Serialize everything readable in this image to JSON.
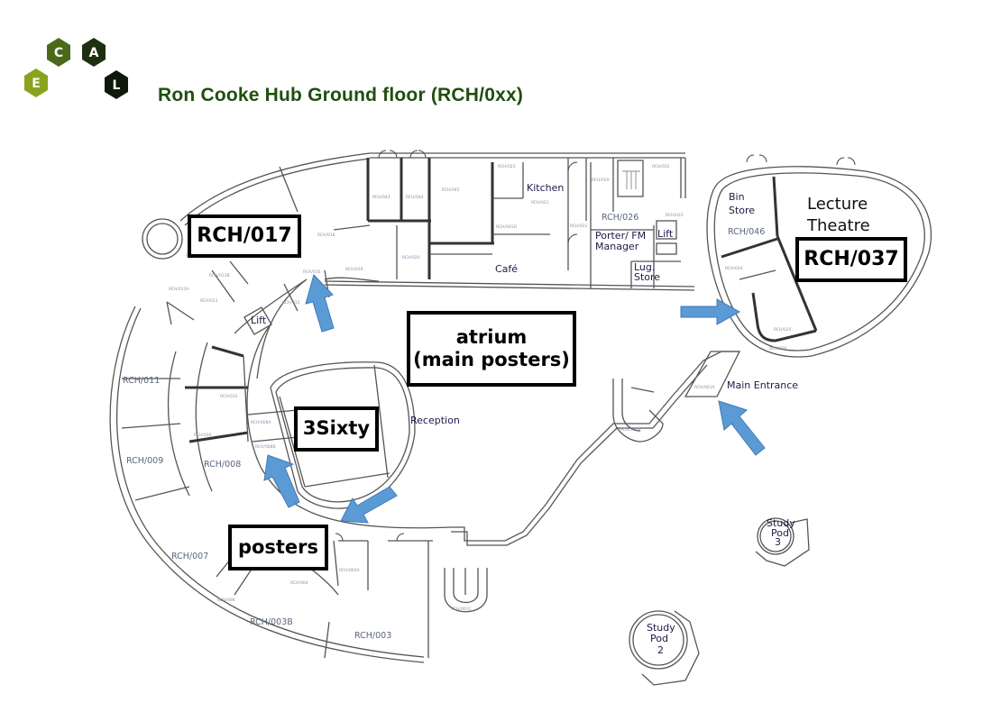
{
  "logo": {
    "letters": [
      "C",
      "A",
      "E",
      "L"
    ],
    "colors": {
      "C": "#4a6a1a",
      "A": "#1e3010",
      "E": "#8aa31c",
      "L": "#0d1a0a"
    }
  },
  "title": "Ron Cooke Hub Ground floor (RCH/0xx)",
  "colors": {
    "title": "#1f4e0f",
    "arrow": "#5b9bd5",
    "callout_border": "#000000"
  },
  "callouts": {
    "rch017": "RCH/017",
    "rch037": "RCH/037",
    "atrium_line1": "atrium",
    "atrium_line2": "(main posters)",
    "threesixty": "3Sixty",
    "posters": "posters"
  },
  "areas": {
    "lecture_theatre_1": "Lecture",
    "lecture_theatre_2": "Theatre",
    "bin_store_1": "Bin",
    "bin_store_2": "Store",
    "kitchen": "Kitchen",
    "cafe": "Café",
    "porter_1": "Porter/ FM",
    "porter_2": "Manager",
    "lift_east": "Lift",
    "lift_west": "Lift",
    "lug_store_1": "Lug.",
    "lug_store_2": "Store",
    "reception": "Reception",
    "main_entrance": "Main Entrance",
    "study_pod_3": [
      "Study",
      "Pod",
      "3"
    ],
    "study_pod_2": [
      "Study",
      "Pod",
      "2"
    ]
  },
  "rooms": {
    "rch011": "RCH/011",
    "rch009": "RCH/009",
    "rch008": "RCH/008",
    "rch007": "RCH/007",
    "rch003b": "RCH/003B",
    "rch003": "RCH/003",
    "rch026": "RCH/026",
    "rch046": "RCH/046",
    "rch034": "RCH/034",
    "rch035": "RCH/035",
    "rch036": "RCH/036",
    "rch004": "RCH/004",
    "rch003a": "RCH/003A",
    "rch006": "RCH/006",
    "rch010": "RCH/010",
    "rch012": "RCH/012",
    "rch008a": "RCH/008A",
    "rch008b": "RCH/008B",
    "rch013": "RCH/013",
    "rch013a": "RCH/013A",
    "rch013b": "RCH/013B",
    "rch013c": "RCH/013C",
    "rch015": "RCH/015",
    "rch016": "RCH/016",
    "rch018": "RCH/018",
    "rch019": "RCH/019",
    "rch020": "RCH/020",
    "rch043": "RCH/043",
    "rch044": "RCH/044",
    "rch045": "RCH/045",
    "rch023": "RCH/023",
    "rch021": "RCH/021",
    "rch001d": "RCH/001D",
    "rch022": "RCH/022",
    "rch029": "RCH/029",
    "rch032": "RCH/032",
    "rch033": "RCH/033",
    "rch001a": "RCH/001A",
    "rch001b": "RCH/001B",
    "rch001c": "RCH/001C"
  }
}
